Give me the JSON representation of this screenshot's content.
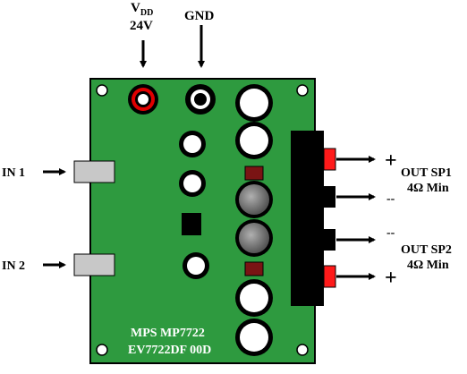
{
  "labels": {
    "vdd_main": "V",
    "vdd_sub": "DD",
    "vdd_voltage": "24V",
    "gnd": "GND",
    "in1": "IN 1",
    "in2": "IN 2",
    "out_sp1": "OUT SP1",
    "out_sp1_min": "4Ω Min",
    "out_sp2": "OUT SP2",
    "out_sp2_min": "4Ω Min",
    "plus_top": "+",
    "minus_top": "--",
    "minus_bottom": "--",
    "plus_bottom": "+",
    "board_line1": "MPS MP7722",
    "board_line2": "EV7722DF 00D"
  },
  "colors": {
    "board": "#2e9a3f",
    "vdd_ring": "#e00000",
    "terminal_red": "#ff1a1a",
    "capacitor": "#7a1414",
    "ic": "#000000",
    "jack_gray": "#c8c8c8"
  }
}
